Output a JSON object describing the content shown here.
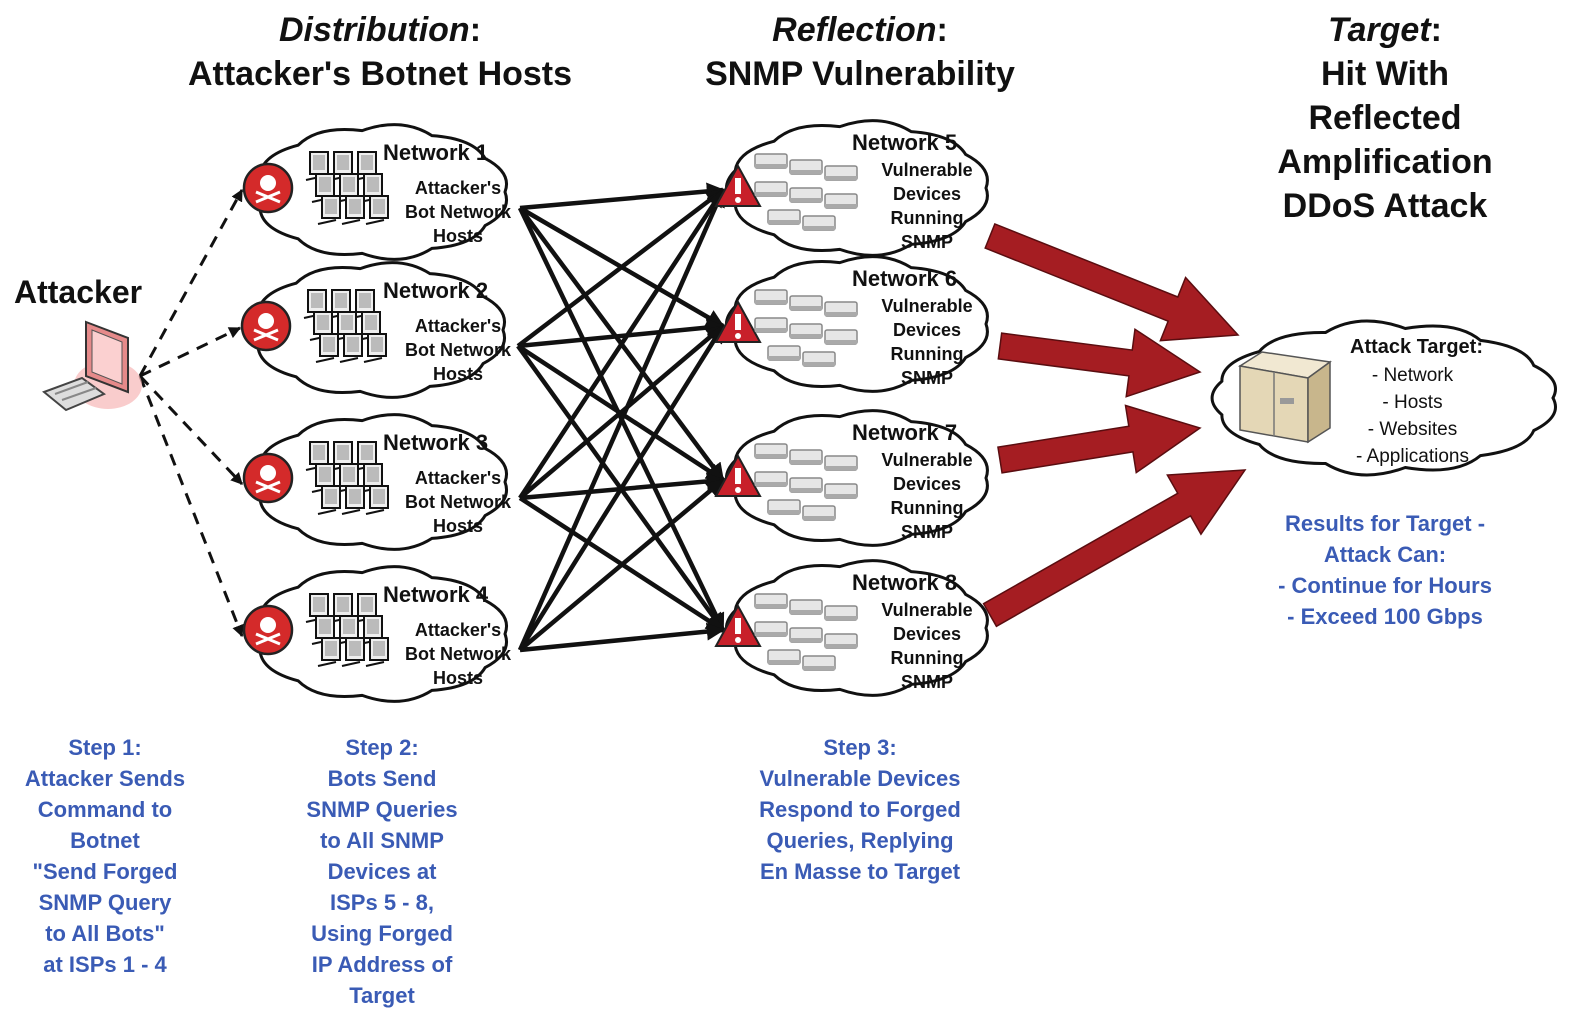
{
  "headers": {
    "distribution": {
      "em": "Distribution",
      "colon": ":",
      "line2": "Attacker's Botnet Hosts"
    },
    "reflection": {
      "em": "Reflection",
      "colon": ":",
      "line2": "SNMP Vulnerability"
    },
    "target": {
      "em": "Target",
      "colon": ":",
      "lines": [
        "Hit With",
        "Reflected",
        "Amplification",
        "DDoS Attack"
      ]
    }
  },
  "attacker": {
    "label": "Attacker"
  },
  "bot_networks": [
    {
      "name": "Network 1",
      "desc": [
        "Attacker's",
        "Bot Network",
        "Hosts"
      ]
    },
    {
      "name": "Network 2",
      "desc": [
        "Attacker's",
        "Bot Network",
        "Hosts"
      ]
    },
    {
      "name": "Network 3",
      "desc": [
        "Attacker's",
        "Bot Network",
        "Hosts"
      ]
    },
    {
      "name": "Network 4",
      "desc": [
        "Attacker's",
        "Bot Network",
        "Hosts"
      ]
    }
  ],
  "reflector_networks": [
    {
      "name": "Network 5",
      "desc": [
        "Vulnerable",
        "Devices",
        "Running",
        "SNMP"
      ]
    },
    {
      "name": "Network 6",
      "desc": [
        "Vulnerable",
        "Devices",
        "Running",
        "SNMP"
      ]
    },
    {
      "name": "Network 7",
      "desc": [
        "Vulnerable",
        "Devices",
        "Running",
        "SNMP"
      ]
    },
    {
      "name": "Network 8",
      "desc": [
        "Vulnerable",
        "Devices",
        "Running",
        "SNMP"
      ]
    }
  ],
  "target": {
    "title": "Attack Target:",
    "items": [
      "- Network",
      "- Hosts",
      "- Websites",
      "- Applications"
    ]
  },
  "results": [
    "Results for Target -",
    "Attack Can:",
    "- Continue for Hours",
    "- Exceed 100 Gbps"
  ],
  "steps": {
    "step1": [
      "Step 1:",
      "Attacker Sends",
      "Command to",
      "Botnet",
      "\"Send Forged",
      "SNMP Query",
      "to All Bots\"",
      "at ISPs 1 - 4"
    ],
    "step2": [
      "Step 2:",
      "Bots Send",
      "SNMP Queries",
      "to All SNMP",
      "Devices at",
      "ISPs 5 - 8,",
      "Using Forged",
      "IP Address of",
      "Target"
    ],
    "step3": [
      "Step 3:",
      "Vulnerable Devices",
      "Respond to Forged",
      "Queries, Replying",
      "En Masse to Target"
    ]
  },
  "colors": {
    "step_text": "#3a5bb5",
    "amplification_arrow": "#a51d22",
    "skull_badge": "#d42a2a",
    "warning": "#c8202a"
  }
}
